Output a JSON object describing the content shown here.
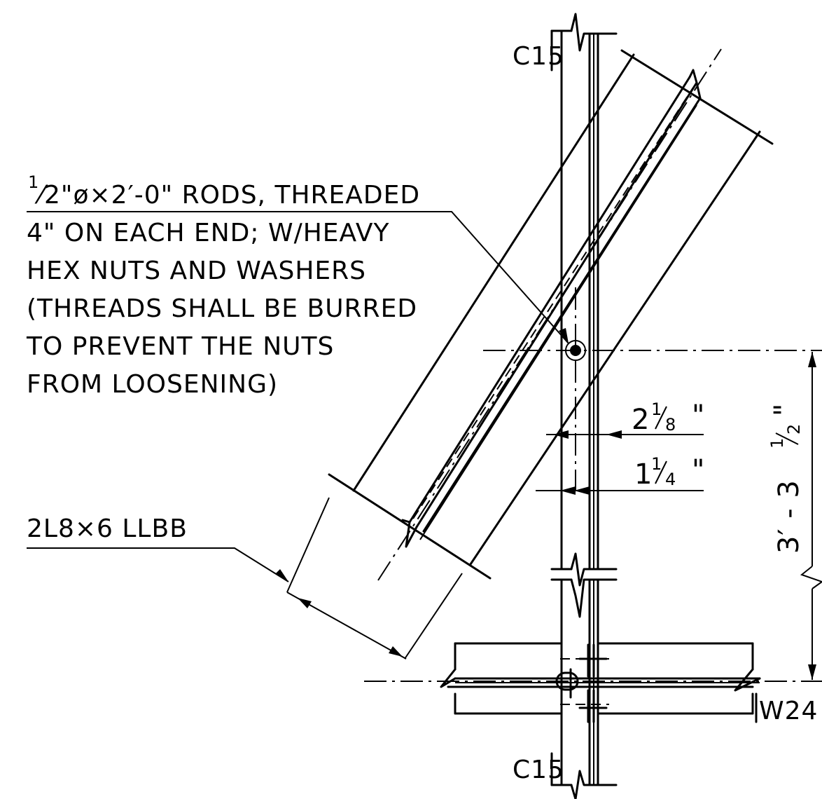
{
  "note": {
    "lines": [
      "⁄2\"ø×2′-0\" RODS, THREADED",
      "4\" ON EACH END; W/HEAVY",
      "HEX NUTS AND WASHERS",
      "(THREADS SHALL BE BURRED",
      "TO PREVENT THE NUTS",
      "FROM LOOSENING)"
    ],
    "lead_fraction_numerator": "1"
  },
  "labels": {
    "channel_top": "C15",
    "channel_bottom": "C15",
    "beam": "W24",
    "angle": "2L8×6 LLBB"
  },
  "dimensions": {
    "d1_whole": "2",
    "d1_num": "1",
    "d1_den": "8",
    "d1_unit": "\"",
    "d2_whole": "1",
    "d2_num": "1",
    "d2_den": "4",
    "d2_unit": "\"",
    "vertical_feet": "3′ - 3",
    "vertical_num": "1",
    "vertical_den": "2",
    "vertical_unit": "\""
  }
}
